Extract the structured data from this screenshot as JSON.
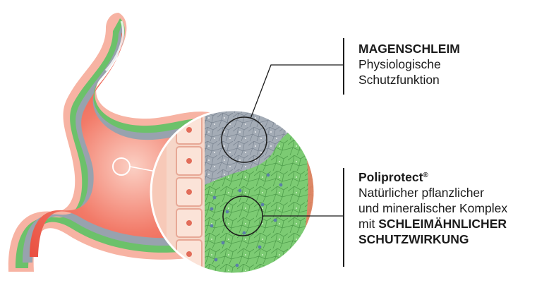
{
  "labels": {
    "mucus": {
      "title": "MAGENSCHLEIM",
      "line1": "Physiologische",
      "line2": "Schutzfunktion"
    },
    "product": {
      "name": "Poliprotect",
      "mark": "®",
      "line1": "Natürlicher pflanzlicher",
      "line2": "und mineralischer Komplex",
      "line3_prefix": "mit ",
      "line3_bold": "SCHLEIMÄHNLICHER",
      "line4_bold": "SCHUTZWIRKUNG"
    }
  },
  "colors": {
    "stomach_outer": "#f4a08c",
    "stomach_inner": "#ec5a4a",
    "mucus_green": "#6cc16a",
    "mucus_grey": "#8e9aa8",
    "text": "#1b1b1b"
  }
}
